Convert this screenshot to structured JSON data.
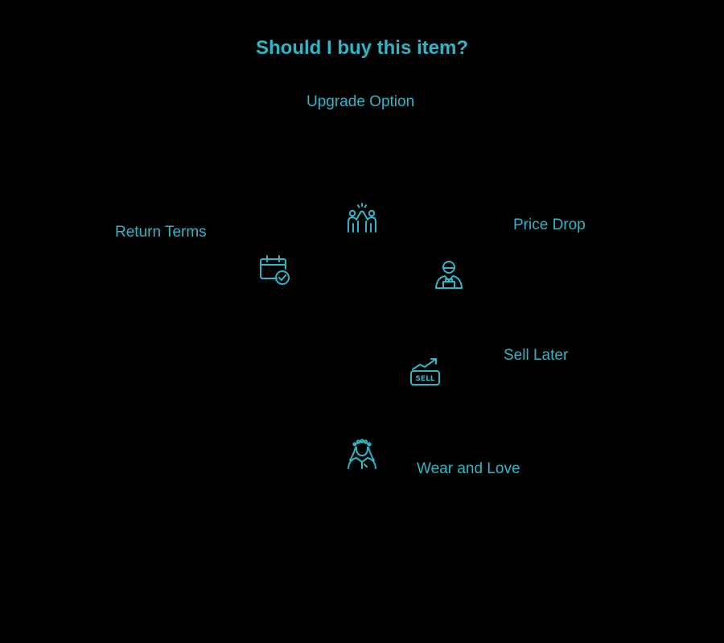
{
  "title": "Should I buy this item?",
  "accent_color": "#2fb6c6",
  "background_color": "#000000",
  "options": [
    {
      "label": "Upgrade Option",
      "icon": "high-five-icon"
    },
    {
      "label": "Price Drop",
      "icon": "shopper-icon"
    },
    {
      "label": "Sell Later",
      "icon": "sell-chart-icon"
    },
    {
      "label": "Wear and Love",
      "icon": "bride-icon"
    },
    {
      "label": "Return Terms",
      "icon": "calendar-check-icon"
    }
  ]
}
